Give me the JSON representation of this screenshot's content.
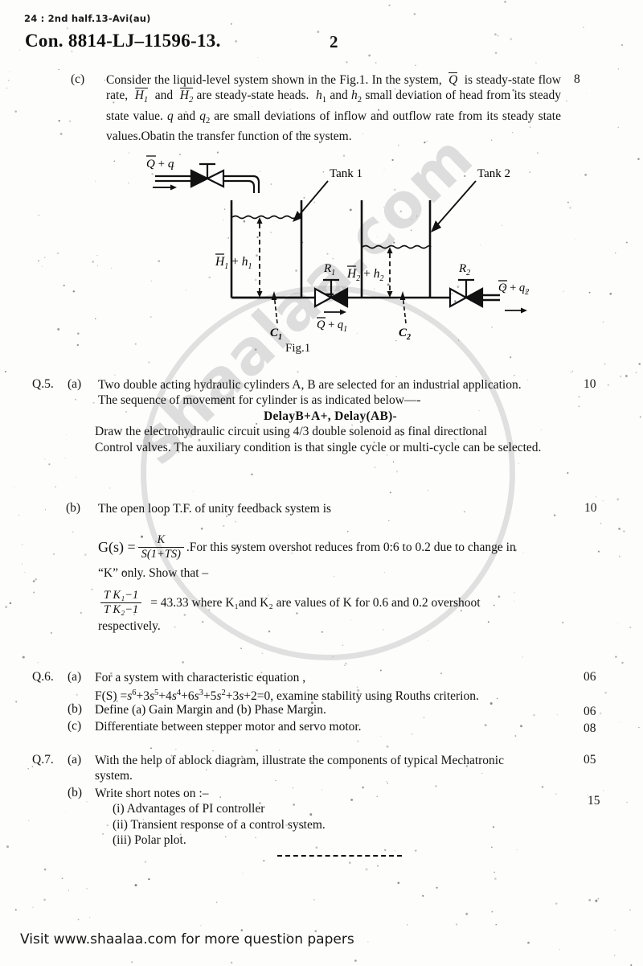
{
  "header": {
    "scan_code": "24 : 2nd  half.13-Avi(au)",
    "con_number": "Con. 8814-LJ–11596-13.",
    "page_number": "2"
  },
  "watermark": {
    "text": "shaalaa.com"
  },
  "questions": [
    {
      "id": "q4c",
      "number": "",
      "part": "(c)",
      "marks": "8",
      "lines": [
        "Consider the liquid-level system shown in the Fig.1. In the system,  Q  is steady-state",
        "flow rate,  H̄₁  and  H̄₂ are steady-state heads.  h₁ and h₂ small deviation of head",
        "from its steady state value. q and q₂ are small deviations of inflow and outflow rate",
        "from its steady state values.Obatin the transfer function of the system."
      ]
    },
    {
      "id": "q5a",
      "number": "Q.5.",
      "part": "(a)",
      "marks": "10",
      "line1": "Two double acting hydraulic cylinders A, B are selected for an industrial application.",
      "line2": "The sequence of movement for cylinder is as indicated below—-",
      "center": "DelayB+A+, Delay(AB)-",
      "line3": "Draw the electrohydraulic circuit using 4/3 double solenoid as final directional",
      "line4": "Control valves. The auxiliary condition is that single cycle or multi-cycle can be selected."
    },
    {
      "id": "q5b",
      "number": "",
      "part": "(b)",
      "marks": "10",
      "intro": "The open loop T.F. of unity feedback system is",
      "formula_lhs": "G(s) =",
      "formula_num": "K",
      "formula_den": "S(1+TS)",
      "after_formula": ".For this system overshot reduces from 0:6 to 0.2 due to change in",
      "line_k": "“K” only. Show that –",
      "frac2_num": "T K₁−1",
      "frac2_den": "T K₂−1",
      "after_frac2": "= 43.33  where  K₁and  K₂  are  values  of  K  for  0.6  and  0.2  overshoot",
      "line_resp": "respectively."
    },
    {
      "id": "q6a",
      "number": "Q.6.",
      "part": "(a)",
      "marks": "06",
      "line1": "For a system with characteristic equation ,",
      "line2_prefix": "F(S) =",
      "line2_poly": "s⁶+3s⁵+4s⁴+6s³+5s²+3s+2=0,",
      "line2_suffix": "examine stability using Rouths criterion."
    },
    {
      "id": "q6b",
      "number": "",
      "part": "(b)",
      "marks": "06",
      "text": "Define (a) Gain Margin and (b) Phase Margin."
    },
    {
      "id": "q6c",
      "number": "",
      "part": "(c)",
      "marks": "08",
      "text": "Differentiate between stepper motor and servo motor."
    },
    {
      "id": "q7a",
      "number": "Q.7.",
      "part": "(a)",
      "marks": "05",
      "line1": "With the help of ablock diagram, illustrate the components of typical Mechatronic",
      "line2": "system."
    },
    {
      "id": "q7b",
      "number": "",
      "part": "(b)",
      "marks": "15",
      "text": "Write short notes on :–",
      "items": [
        "(i)  Advantages of PI controller",
        "(ii) Transient response of a control system.",
        "(iii) Polar plot."
      ]
    }
  ],
  "figure": {
    "caption": "Fig.1",
    "labels": {
      "inlet": "Q̄ + q",
      "tank1": "Tank 1",
      "tank2": "Tank 2",
      "head1": "H̄₁ + h₁",
      "head2": "H̄₂ + h₂",
      "r1": "R₁",
      "r2": "R₂",
      "c1": "C₁",
      "c2": "C₂",
      "mid_flow": "Q̄ + q₁",
      "out_flow": "Q̄ + q₂"
    }
  },
  "footer": {
    "text": "Visit www.shaalaa.com for more question papers"
  }
}
